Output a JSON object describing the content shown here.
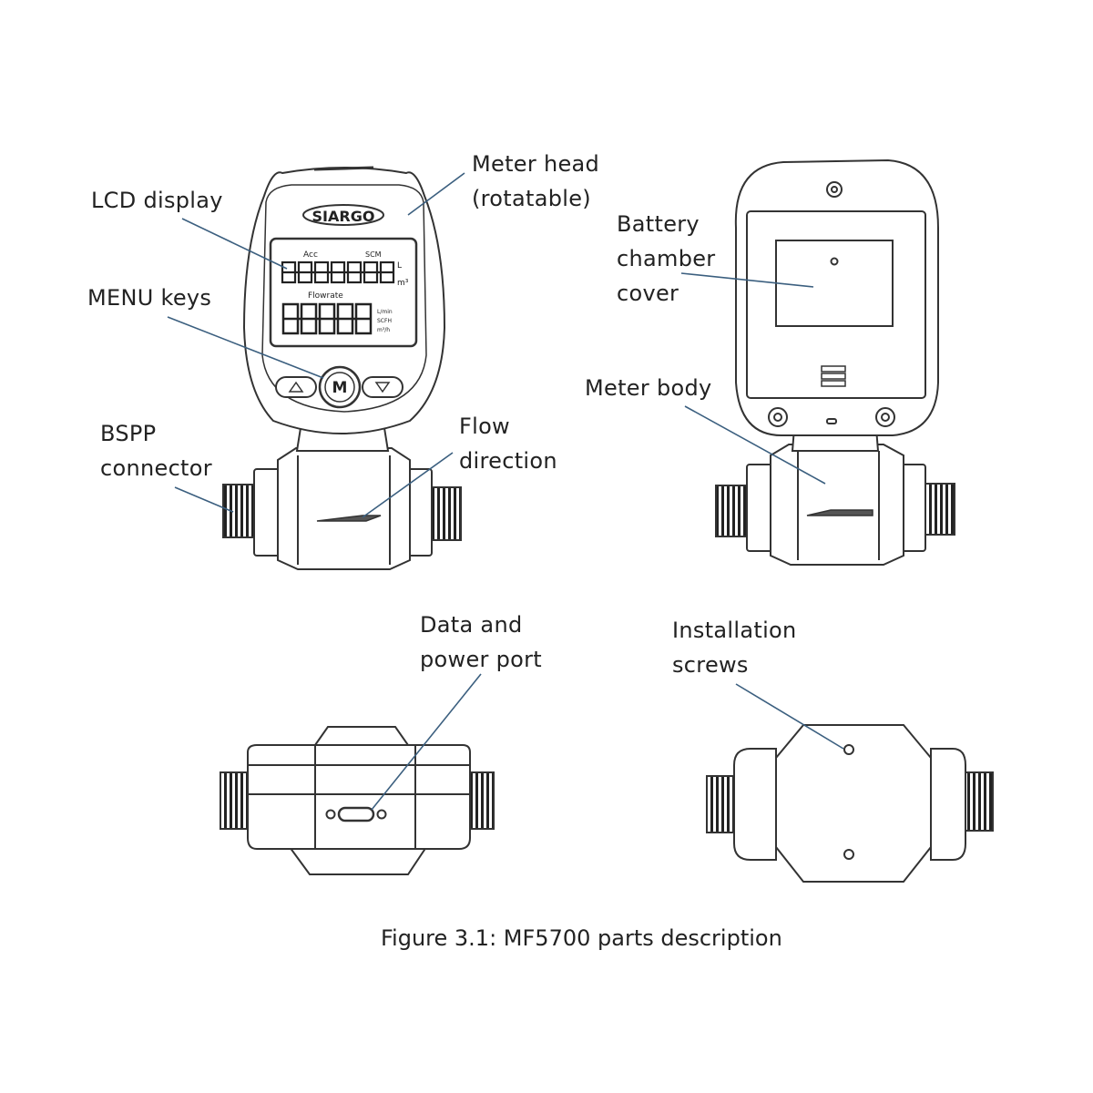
{
  "labels": {
    "lcd_display": "LCD display",
    "meter_head": [
      "Meter head",
      "(rotatable)"
    ],
    "menu_keys": "MENU keys",
    "bspp_connector": [
      "BSPP",
      "connector"
    ],
    "flow_direction": [
      "Flow",
      "direction"
    ],
    "battery_cover": [
      "Battery",
      "chamber",
      "cover"
    ],
    "meter_body": "Meter body",
    "data_power_port": [
      "Data and",
      "power port"
    ],
    "installation_screws": [
      "Installation",
      "screws"
    ]
  },
  "device": {
    "brand": "SIARGO",
    "key_center": "M",
    "lcd_top_indicator": "Acc",
    "lcd_top_right": "SCM",
    "lcd_mid_label": "Flowrate",
    "lcd_unit_top": "L",
    "lcd_unit_mid": "m³",
    "lcd_units_bottom": [
      "L/min",
      "SCFH",
      "m³/h"
    ]
  },
  "caption": "Figure 3.1:  MF5700 parts description",
  "colors": {
    "line": "#333333",
    "leader": "#3b5f7f",
    "text": "#222222"
  }
}
